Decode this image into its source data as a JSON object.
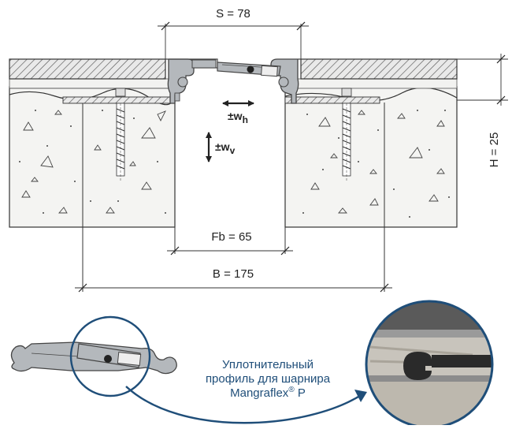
{
  "dimensions": {
    "s_label": "S = 78",
    "h_label": "H = 25",
    "fb_label": "Fb = 65",
    "b_label": "B = 175"
  },
  "movement": {
    "horizontal_label": "±w",
    "horizontal_sub": "h",
    "vertical_label": "±w",
    "vertical_sub": "v"
  },
  "callout": {
    "line1": "Уплотнительный",
    "line2": "профиль для шарнира",
    "line3_main": "Mangraflex",
    "line3_sup": "®",
    "line3_end": " P"
  },
  "colors": {
    "profile_fill": "#b4b8bc",
    "profile_stroke": "#444444",
    "concrete_fill": "#f4f4f2",
    "callout_stroke": "#1f4e79",
    "line": "#333333"
  }
}
